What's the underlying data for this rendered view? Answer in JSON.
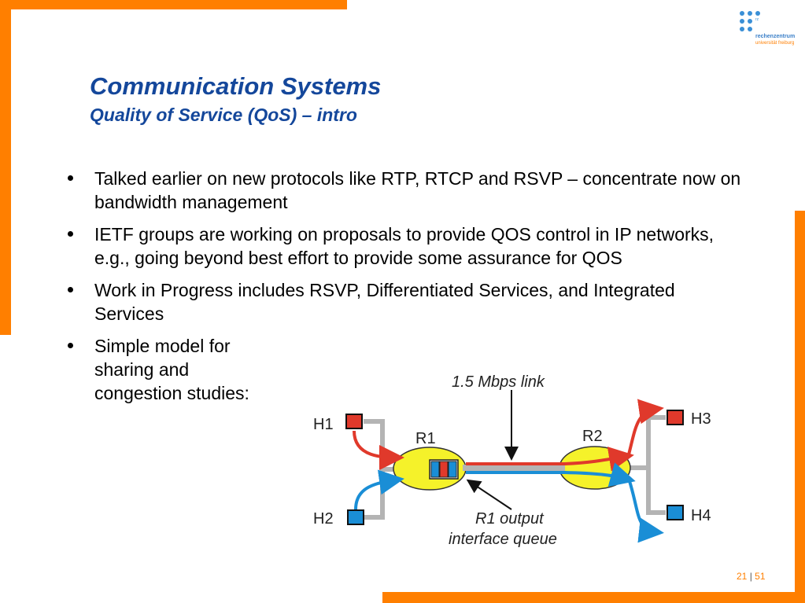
{
  "slide": {
    "title": "Communication Systems",
    "subtitle": "Quality of Service (QoS) – intro",
    "bullets": [
      "Talked earlier on new protocols like RTP, RTCP and RSVP – concentrate now on bandwidth management",
      "IETF groups are working on proposals to provide QOS control in IP networks, e.g., going beyond best effort to provide some assurance for QOS",
      "Work in Progress includes RSVP, Differentiated Services, and Integrated Services",
      "Simple model for sharing and congestion studies:"
    ],
    "page": {
      "current": "21",
      "separator": "|",
      "total": "51"
    }
  },
  "logo": {
    "line1": "rechenzentrum",
    "line2": "universität freiburg",
    "mark": "rz"
  },
  "diagram": {
    "link_label": "1.5 Mbps link",
    "queue_label_line1": "R1 output",
    "queue_label_line2": "interface queue",
    "routers": [
      "R1",
      "R2"
    ],
    "hosts": [
      "H1",
      "H2",
      "H3",
      "H4"
    ]
  },
  "colors": {
    "accent": "#ff7f00",
    "title": "#14479b",
    "red_flow": "#e0392b",
    "blue_flow": "#1a8ed6",
    "router_fill": "#f5f22a",
    "link_gray": "#b4b4b4"
  }
}
